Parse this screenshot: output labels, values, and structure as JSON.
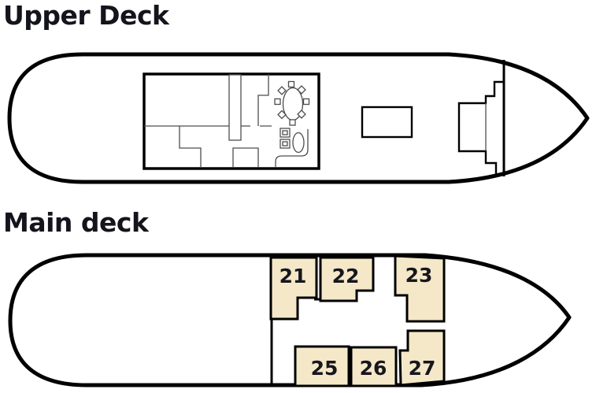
{
  "page": {
    "background": "#ffffff",
    "line_color": "#000000",
    "title_color": "#14141c"
  },
  "decks": {
    "upper": {
      "title": "Upper Deck"
    },
    "main": {
      "title": "Main deck"
    }
  },
  "main_deck": {
    "cabin_fill": "#f4e8c8",
    "cabins": [
      {
        "number": "21"
      },
      {
        "number": "22"
      },
      {
        "number": "23"
      },
      {
        "number": "25"
      },
      {
        "number": "26"
      },
      {
        "number": "27"
      }
    ]
  }
}
